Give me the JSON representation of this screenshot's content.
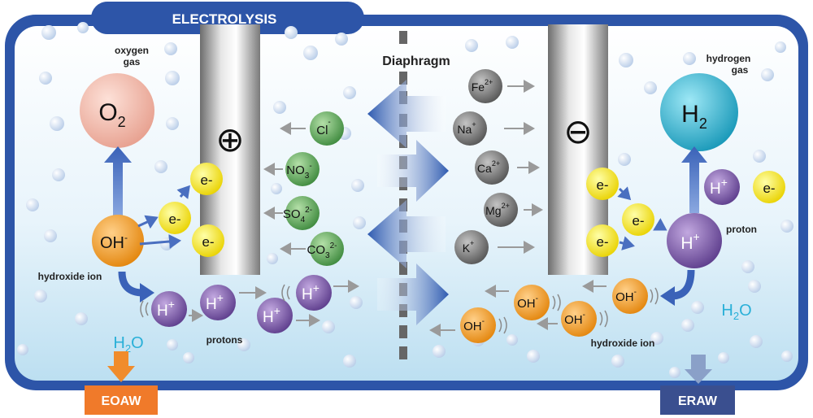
{
  "title": "ELECTROLYSIS",
  "diaphragm_label": "Diaphragm",
  "anode_symbol": "⊕",
  "cathode_symbol": "⊖",
  "oxygen": {
    "formula": "O",
    "sub": "2",
    "caption_line1": "oxygen",
    "caption_line2": "gas"
  },
  "hydrogen": {
    "formula": "H",
    "sub": "2",
    "caption_line1": "hydrogen",
    "caption_line2": "gas"
  },
  "labels": {
    "hydroxide_left": "hydroxide ion",
    "hydroxide_right": "hydroxide ion",
    "protons": "protons",
    "proton": "proton"
  },
  "water_left": {
    "main": "H",
    "sub": "2",
    "end": "O"
  },
  "water_right": {
    "main": "H",
    "sub": "2",
    "end": "O"
  },
  "outputs": {
    "left": "EOAW",
    "right": "ERAW"
  },
  "anions": [
    {
      "base": "Cl",
      "sub": "",
      "sup": "-"
    },
    {
      "base": "NO",
      "sub": "3",
      "sup": "-"
    },
    {
      "base": "SO",
      "sub": "4",
      "sup": "2-"
    },
    {
      "base": "CO",
      "sub": "3",
      "sup": "2-"
    }
  ],
  "cations": [
    {
      "base": "Fe",
      "sup": "2+"
    },
    {
      "base": "Na",
      "sup": "+"
    },
    {
      "base": "Ca",
      "sup": "2+"
    },
    {
      "base": "Mg",
      "sup": "2+"
    },
    {
      "base": "K",
      "sup": "+"
    }
  ],
  "electron_label": "e-",
  "proton_ion": {
    "base": "H",
    "sup": "+"
  },
  "hydroxide_ion": {
    "base": "OH",
    "sup": "-"
  },
  "colors": {
    "frame": "#2d55a8",
    "water_top": "#ffffff",
    "water_bottom": "#bfe0f2",
    "oxygen": "#f2b9ab",
    "hydrogen": "#29b6d3",
    "electron": "#f4e000",
    "hydroxide": "#f39a1e",
    "proton": "#7a55a8",
    "anion": "#5aa85a",
    "cation": "#777777",
    "eoaw": "#f07a2a",
    "eraw": "#3a4f8f",
    "water_text": "#2ab0d8"
  }
}
